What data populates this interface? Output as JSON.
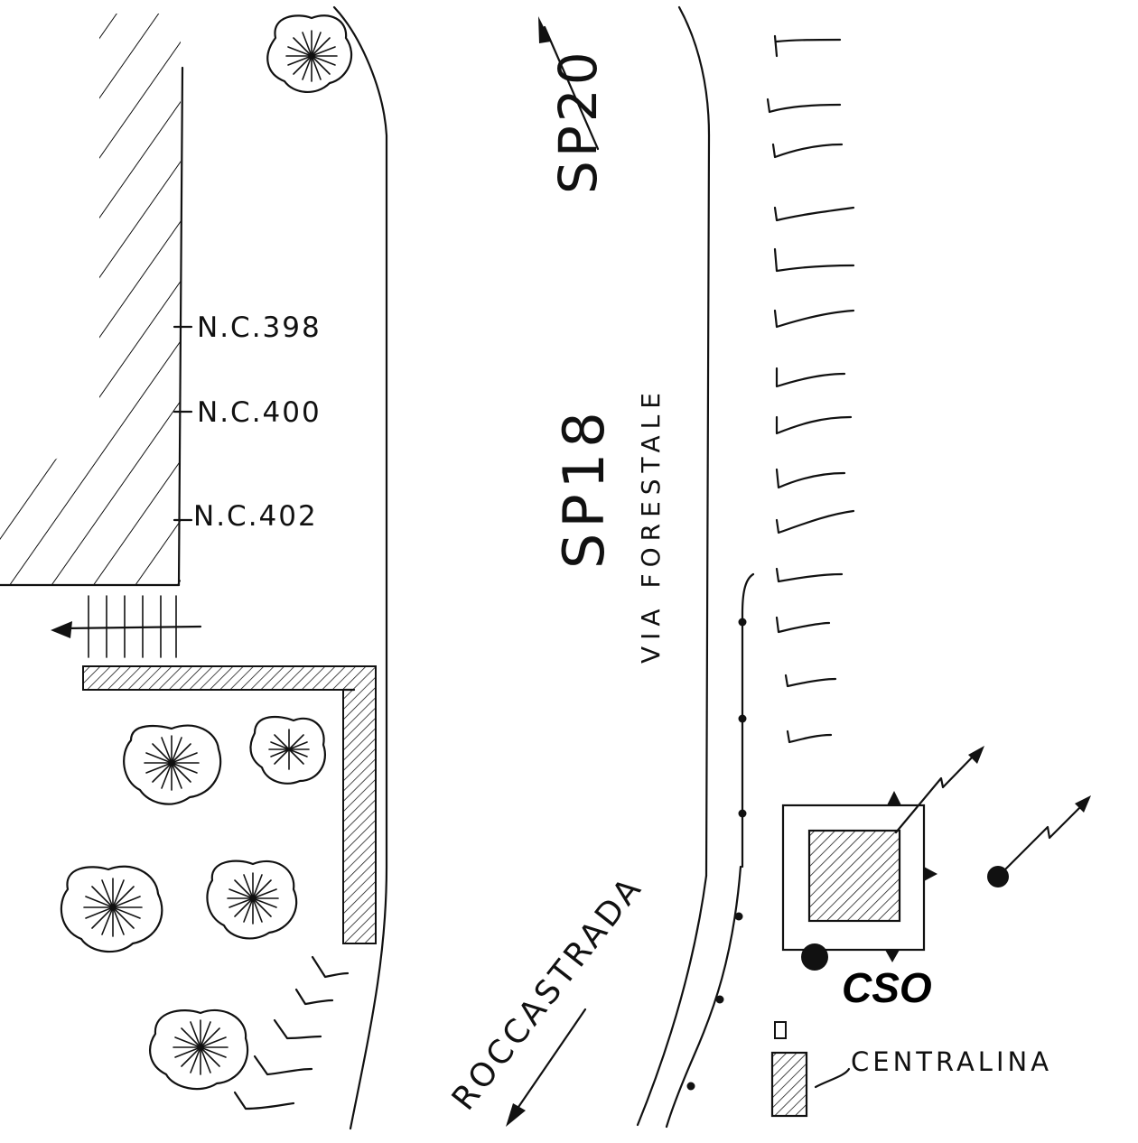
{
  "labels": {
    "nc_398": "N.C.398",
    "nc_400": "N.C.400",
    "nc_402": "N.C.402",
    "sp20": "SP20",
    "sp18": "SP18",
    "via_forestale": "VIA FORESTALE",
    "roccastrada": "ROCCASTRADA",
    "cso": "CSO",
    "centralina": "CENTRALINA"
  }
}
